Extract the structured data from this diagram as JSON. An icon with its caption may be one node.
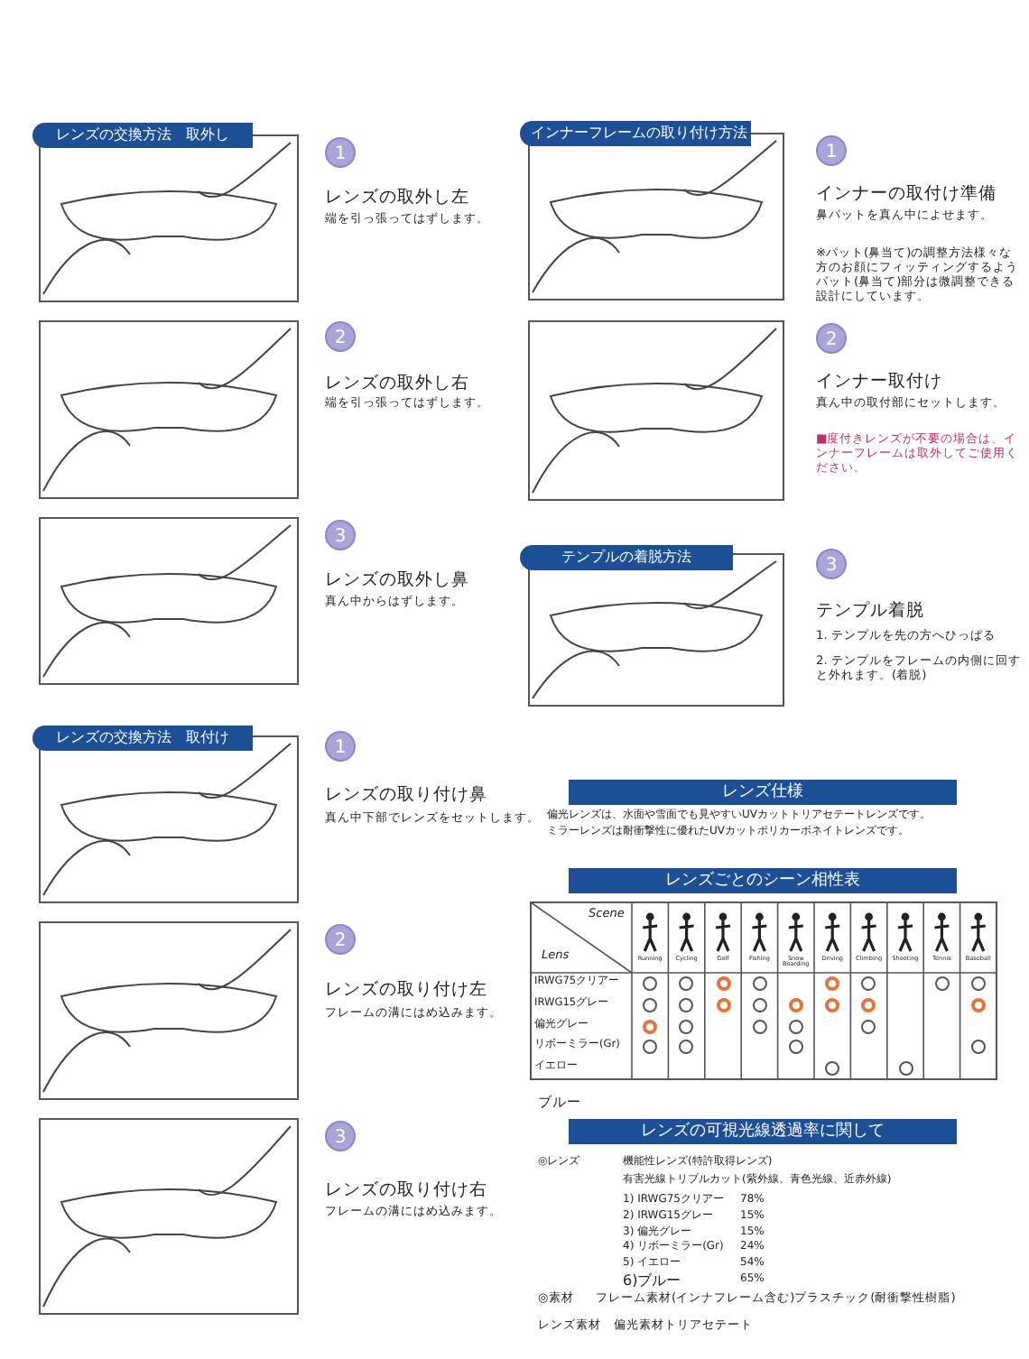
{
  "diagram": {
    "nodes": [
      {
        "text": [
          "レンズの交換方法　取外し"
        ]
      },
      {
        "text": [
          "1"
        ],
        "beside": [
          "レンズの取外し左",
          "端を引っ張ってはずします。"
        ]
      },
      {
        "text": [
          "2"
        ],
        "beside": [
          "レンズの取外し右",
          "端を引っ張ってはずします。"
        ]
      },
      {
        "text": [
          "3"
        ],
        "beside": [
          "レンズの取外し鼻",
          "真ん中からはずします。"
        ]
      },
      {
        "text": [
          "レンズの交換方法　取付け"
        ]
      },
      {
        "text": [
          "1"
        ],
        "beside": [
          "レンズの取り付け鼻",
          "真ん中下部でレンズをセットします。"
        ]
      },
      {
        "text": [
          "2"
        ],
        "beside": [
          "レンズの取り付け左",
          "フレームの溝にはめ込みます。"
        ]
      },
      {
        "text": [
          "3"
        ],
        "beside": [
          "レンズの取り付け右",
          "フレームの溝にはめ込みます。"
        ]
      },
      {
        "text": [
          "インナーフレームの取り付け方法"
        ]
      },
      {
        "text": [
          "1"
        ],
        "beside": [
          "インナーの取付け準備",
          "鼻パットを真ん中によせます。",
          "※パット(鼻当て)の調整方法様々な方のお顔にフィッティングするようパット(鼻当て)部分は微調整できる設計にしています。"
        ]
      },
      {
        "text": [
          "2"
        ],
        "beside": [
          "インナー取付け",
          "真ん中の取付部にセットします。",
          "■度付きレンズが不要の場合は、インナーフレームは取外してご使用ください。"
        ]
      },
      {
        "text": [
          "テンプルの着脱方法"
        ]
      },
      {
        "text": [
          "3"
        ],
        "beside": [
          "テンプル着脱",
          "1. テンプルを先の方へひっぱる",
          "2. テンプルをフレームの内側に回すと外れます。(着脱)"
        ]
      },
      {
        "text": [
          "レンズ仕様"
        ]
      },
      {
        "text": [
          "レンズごとのシーン相性表"
        ]
      },
      {
        "text": [],
        "shape": "circle"
      },
      {
        "text": [],
        "shape": "circle"
      },
      {
        "text": [],
        "shape": "ring"
      },
      {
        "text": [],
        "shape": "circle"
      },
      {
        "text": [],
        "shape": "ring"
      },
      {
        "text": [],
        "shape": "circle"
      },
      {
        "text": [],
        "shape": "circle"
      },
      {
        "text": [],
        "shape": "circle"
      },
      {
        "text": [],
        "shape": "circle"
      },
      {
        "text": [],
        "shape": "circle"
      },
      {
        "text": [],
        "shape": "ring"
      },
      {
        "text": [],
        "shape": "circle"
      },
      {
        "text": [],
        "shape": "ring"
      },
      {
        "text": [],
        "shape": "ring"
      },
      {
        "text": [],
        "shape": "ring"
      },
      {
        "text": [],
        "shape": "ring"
      },
      {
        "text": [],
        "shape": "ring"
      },
      {
        "text": [],
        "shape": "circle"
      },
      {
        "text": [],
        "shape": "circle"
      },
      {
        "text": [],
        "shape": "circle"
      },
      {
        "text": [],
        "shape": "circle"
      },
      {
        "text": [],
        "shape": "circle"
      },
      {
        "text": [],
        "shape": "circle"
      },
      {
        "text": [],
        "shape": "circle"
      },
      {
        "text": [],
        "shape": "circle"
      },
      {
        "text": [],
        "shape": "circle"
      },
      {
        "text": [],
        "shape": "circle"
      },
      {
        "text": [
          "レンズの可視光線透過率に関して"
        ]
      }
    ],
    "labels": [
      "偏光レンズは、水面や雪面でも見やすいUVカットトリアセテートレンズです。",
      "ミラーレンズは耐衝撃性に優れたUVカットポリカーボネイトレンズです。",
      "Scene",
      "Lens",
      "Running",
      "Cycling",
      "Golf",
      "Fishing",
      "Snow Boarding",
      "Driving",
      "Climbing",
      "Shooting",
      "Tennis",
      "Baseball",
      "IRWG75クリアー",
      "IRWG15グレー",
      "偏光グレー",
      "リボーミラー(Gr)",
      "イエロー",
      "ブルー",
      "◎レンズ",
      "機能性レンズ(特許取得レンズ)",
      "有害光線トリプルカット(紫外線、青色光線、近赤外線)",
      "1) IRWG75クリアー",
      "78%",
      "2) IRWG15グレー",
      "15%",
      "3) 偏光グレー",
      "15%",
      "4) リボーミラー(Gr)",
      "24%",
      "5) イエロー",
      "54%",
      "6)ブルー",
      "65%",
      "◎素材",
      "フレーム素材(インナフレーム含む)プラスチック(耐衝撃性樹脂)",
      "レンズ素材",
      "偏光素材トリアセテート"
    ]
  }
}
